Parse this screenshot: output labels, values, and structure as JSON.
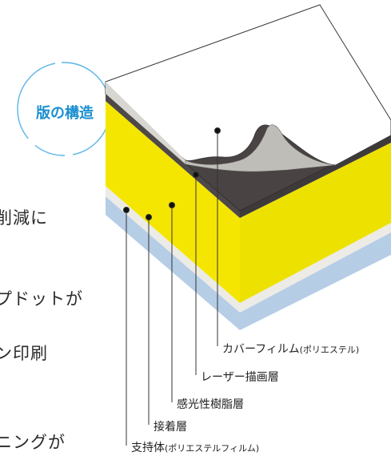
{
  "badge": {
    "title": "版の構造"
  },
  "side_text": [
    "削減に",
    "プドットが",
    "ン印刷",
    "ニングが"
  ],
  "layers": [
    {
      "key": "cover",
      "main": "カバーフィルム",
      "sub": "(ポリエステル)",
      "color": "#f2f2f2"
    },
    {
      "key": "laser",
      "main": "レーザー描画層",
      "sub": "",
      "color": "#4e4848"
    },
    {
      "key": "photo",
      "main": "感光性樹脂層",
      "sub": "",
      "color": "#f4e600"
    },
    {
      "key": "adhesive",
      "main": "接着層",
      "sub": "",
      "color": "#ecebe6"
    },
    {
      "key": "support",
      "main": "支持体",
      "sub": "(ポリエステルフィルム)",
      "color": "#b6cde6"
    }
  ],
  "colors": {
    "accent": "#1a8fd0"
  }
}
